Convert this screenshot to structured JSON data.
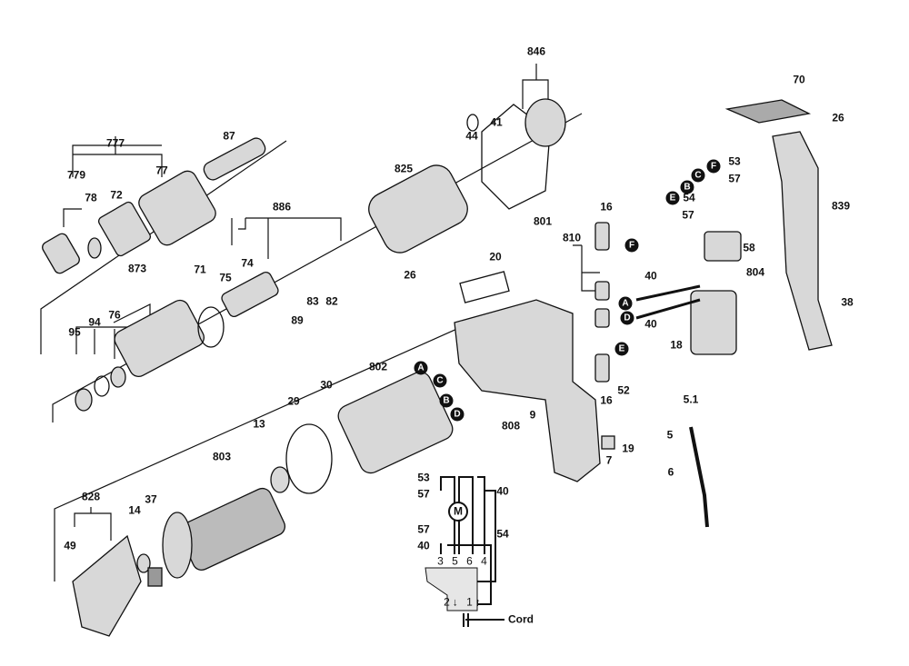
{
  "part_labels": [
    "846",
    "70",
    "777",
    "87",
    "41",
    "44",
    "26",
    "77",
    "779",
    "72",
    "78",
    "825",
    "886",
    "16",
    "53",
    "57",
    "54",
    "57",
    "839",
    "58",
    "810",
    "801",
    "20",
    "40",
    "40",
    "804",
    "75",
    "74",
    "873",
    "71",
    "89",
    "83",
    "82",
    "38",
    "18",
    "95",
    "94",
    "76",
    "52",
    "16",
    "802",
    "30",
    "29",
    "9",
    "808",
    "5.1",
    "5",
    "13",
    "803",
    "7",
    "19",
    "6",
    "828",
    "37",
    "14",
    "49",
    "26"
  ],
  "connector_letters": [
    "F",
    "E",
    "B",
    "C",
    "F",
    "A",
    "C",
    "B",
    "D",
    "A",
    "D",
    "E"
  ],
  "wiring_diagram": {
    "labels": [
      "53",
      "57",
      "40",
      "57",
      "40",
      "54"
    ],
    "motor": "M",
    "terminals": "3 5 6 4",
    "switch_terminals": "2↓ 1↑",
    "cord_label": "Cord"
  },
  "colors": {
    "ink": "#111111",
    "part_fill": "#d8d8d8",
    "part_shade": "#9a9a9a"
  }
}
